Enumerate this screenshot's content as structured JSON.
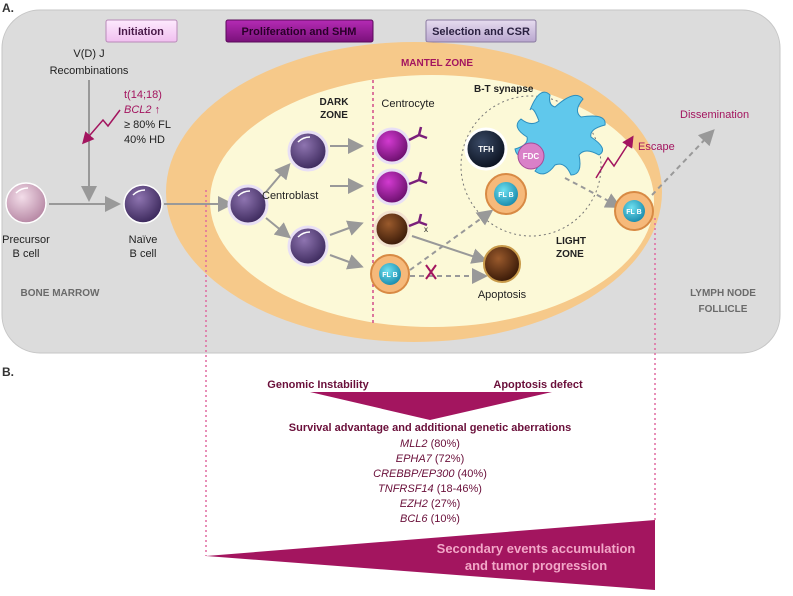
{
  "panel_a": {
    "label": "A.",
    "phases": [
      "Initiation",
      "Proliferation and SHM",
      "Selection and CSR"
    ],
    "vdj": [
      "V(D) J",
      "Recombinations"
    ],
    "translocation": [
      "t(14;18)",
      "BCL2 ↑",
      "≥ 80% FL",
      "40% HD"
    ],
    "precursor": [
      "Precursor",
      "B cell"
    ],
    "naive": [
      "Naïve",
      "B cell"
    ],
    "bone_marrow": "BONE MARROW",
    "lymph_node": [
      "LYMPH NODE",
      "FOLLICLE"
    ],
    "mantel_zone": "MANTEL ZONE",
    "dark_zone": [
      "DARK",
      "ZONE"
    ],
    "light_zone": [
      "LIGHT",
      "ZONE"
    ],
    "centrocyte": "Centrocyte",
    "centroblast": "Centroblast",
    "bt_synapse": "B-T synapse",
    "tfh": "TFH",
    "fdc": "FDC",
    "flb": "FL B",
    "apoptosis": "Apoptosis",
    "escape": "Escape",
    "dissemination": "Dissemination"
  },
  "panel_b": {
    "label": "B.",
    "genomic": "Genomic Instability",
    "apoptosis_defect": "Apoptosis defect",
    "survival": "Survival advantage and additional genetic aberrations",
    "genes": [
      {
        "name": "MLL2",
        "value": "(80%)"
      },
      {
        "name": "EPHA7",
        "value": "(72%)"
      },
      {
        "name": "CREBBP/EP300",
        "value": "(40%)"
      },
      {
        "name": "TNFRSF14",
        "value": "(18-46%)"
      },
      {
        "name": "EZH2",
        "value": "(27%)"
      },
      {
        "name": "BCL6",
        "value": "(10%)"
      }
    ],
    "secondary": [
      "Secondary events accumulation",
      "and tumor progression"
    ]
  },
  "colors": {
    "magenta": "#a3155f",
    "purple_btn": "#9b1f9b",
    "grey_panel": "#dcdcdc",
    "follicle": "#fcf9d7",
    "mantle": "#f6c98a"
  }
}
